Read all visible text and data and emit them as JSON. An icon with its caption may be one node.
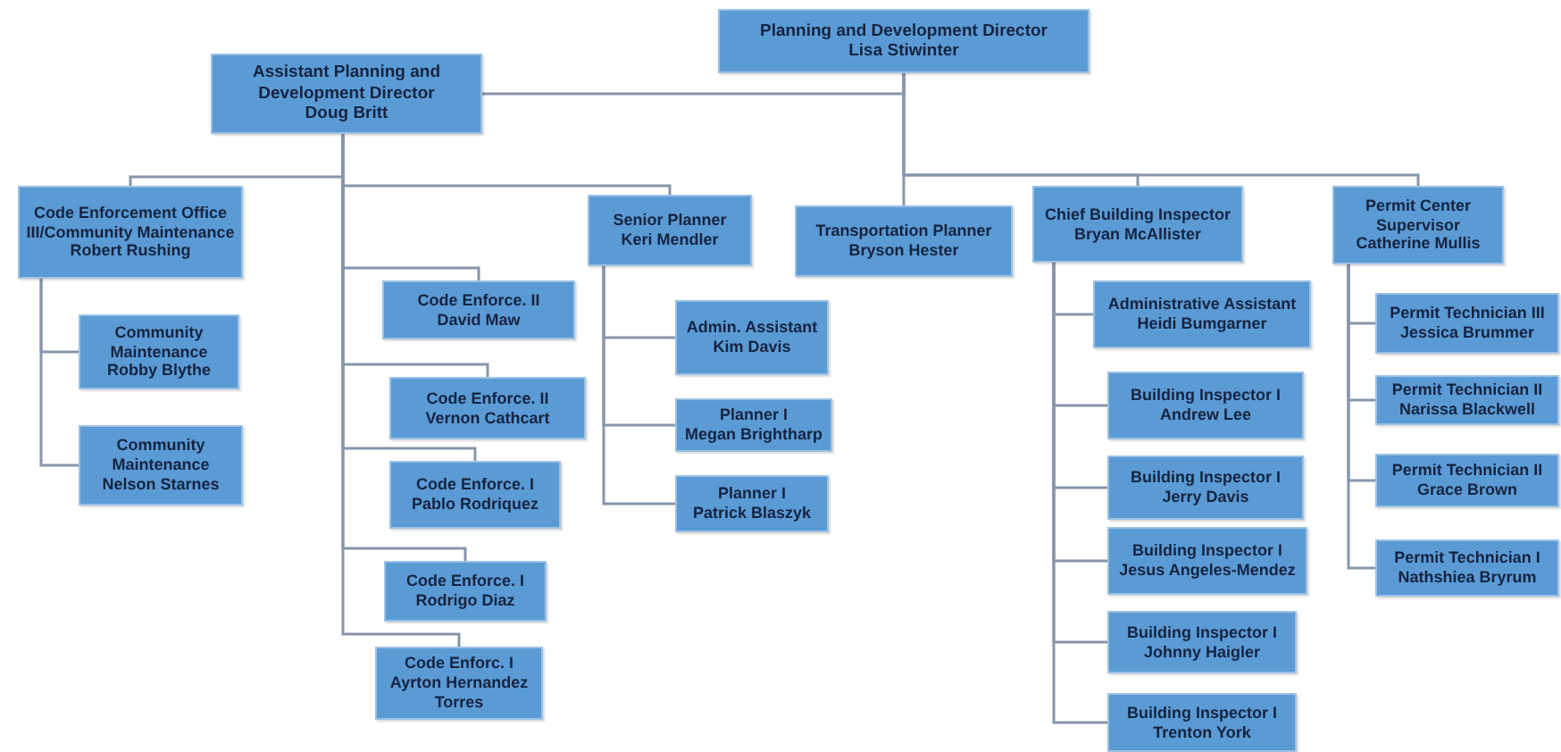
{
  "diagram": {
    "nodes": [
      {
        "text": [
          "Planning and Development Director",
          "Lisa Stiwinter"
        ]
      },
      {
        "text": [
          "Assistant Planning and Development Director",
          "Doug Britt"
        ]
      },
      {
        "text": [
          "Code Enforcement Office III/Community Maintenance",
          "Robert Rushing"
        ]
      },
      {
        "text": [
          "Community Maintenance",
          "Robby Blythe"
        ]
      },
      {
        "text": [
          "Community Maintenance",
          "Nelson Starnes"
        ]
      },
      {
        "text": [
          "Code Enforce. II",
          "David Maw"
        ]
      },
      {
        "text": [
          "Code Enforce. II",
          "Vernon Cathcart"
        ]
      },
      {
        "text": [
          "Code Enforce.  I",
          "Pablo Rodriquez"
        ]
      },
      {
        "text": [
          "Code Enforce. I",
          "Rodrigo Diaz"
        ]
      },
      {
        "text": [
          "Code Enforc. I",
          "Ayrton Hernandez Torres"
        ]
      },
      {
        "text": [
          "Senior Planner",
          "Keri Mendler"
        ]
      },
      {
        "text": [
          "Admin. Assistant",
          "Kim Davis"
        ]
      },
      {
        "text": [
          "Planner I",
          "Megan Brightharp"
        ]
      },
      {
        "text": [
          "Planner I",
          "Patrick Blaszyk"
        ]
      },
      {
        "text": [
          "Transportation Planner",
          "Bryson Hester"
        ]
      },
      {
        "text": [
          "Chief Building Inspector",
          "Bryan McAllister"
        ]
      },
      {
        "text": [
          "Administrative Assistant",
          "Heidi Bumgarner"
        ]
      },
      {
        "text": [
          "Building Inspector I",
          "Andrew Lee"
        ]
      },
      {
        "text": [
          "Building Inspector I",
          "Jerry Davis"
        ]
      },
      {
        "text": [
          "Building Inspector I",
          "Jesus Angeles-Mendez"
        ]
      },
      {
        "text": [
          "Building Inspector I",
          "Johnny Haigler"
        ]
      },
      {
        "text": [
          "Building Inspector I",
          "Trenton York"
        ]
      },
      {
        "text": [
          "Permit Center Supervisor",
          "Catherine Mullis"
        ]
      },
      {
        "text": [
          "Permit Technician III",
          "Jessica Brummer"
        ]
      },
      {
        "text": [
          "Permit Technician II",
          "Narissa Blackwell"
        ]
      },
      {
        "text": [
          "Permit Technician II",
          "Grace Brown"
        ]
      },
      {
        "text": [
          "Permit Technician I",
          "Nathshiea Bryrum"
        ]
      }
    ],
    "edges": [
      {
        "from": 0,
        "to": 1,
        "arrow": "none"
      },
      {
        "from": 0,
        "to": 14,
        "arrow": "none"
      },
      {
        "from": 0,
        "to": 15,
        "arrow": "none"
      },
      {
        "from": 0,
        "to": 22,
        "arrow": "none"
      },
      {
        "from": 1,
        "to": 2,
        "arrow": "none"
      },
      {
        "from": 1,
        "to": 10,
        "arrow": "none"
      },
      {
        "from": 1,
        "to": 5,
        "arrow": "none"
      },
      {
        "from": 1,
        "to": 6,
        "arrow": "none"
      },
      {
        "from": 1,
        "to": 7,
        "arrow": "none"
      },
      {
        "from": 1,
        "to": 8,
        "arrow": "none"
      },
      {
        "from": 1,
        "to": 9,
        "arrow": "none"
      },
      {
        "from": 2,
        "to": 3,
        "arrow": "none"
      },
      {
        "from": 2,
        "to": 4,
        "arrow": "none"
      },
      {
        "from": 10,
        "to": 11,
        "arrow": "none"
      },
      {
        "from": 10,
        "to": 12,
        "arrow": "none"
      },
      {
        "from": 10,
        "to": 13,
        "arrow": "none"
      },
      {
        "from": 15,
        "to": 16,
        "arrow": "none"
      },
      {
        "from": 15,
        "to": 17,
        "arrow": "none"
      },
      {
        "from": 15,
        "to": 18,
        "arrow": "none"
      },
      {
        "from": 15,
        "to": 19,
        "arrow": "none"
      },
      {
        "from": 15,
        "to": 20,
        "arrow": "none"
      },
      {
        "from": 15,
        "to": 21,
        "arrow": "none"
      },
      {
        "from": 22,
        "to": 23,
        "arrow": "none"
      },
      {
        "from": 22,
        "to": 24,
        "arrow": "none"
      },
      {
        "from": 22,
        "to": 25,
        "arrow": "none"
      },
      {
        "from": 22,
        "to": 26,
        "arrow": "none"
      }
    ]
  }
}
